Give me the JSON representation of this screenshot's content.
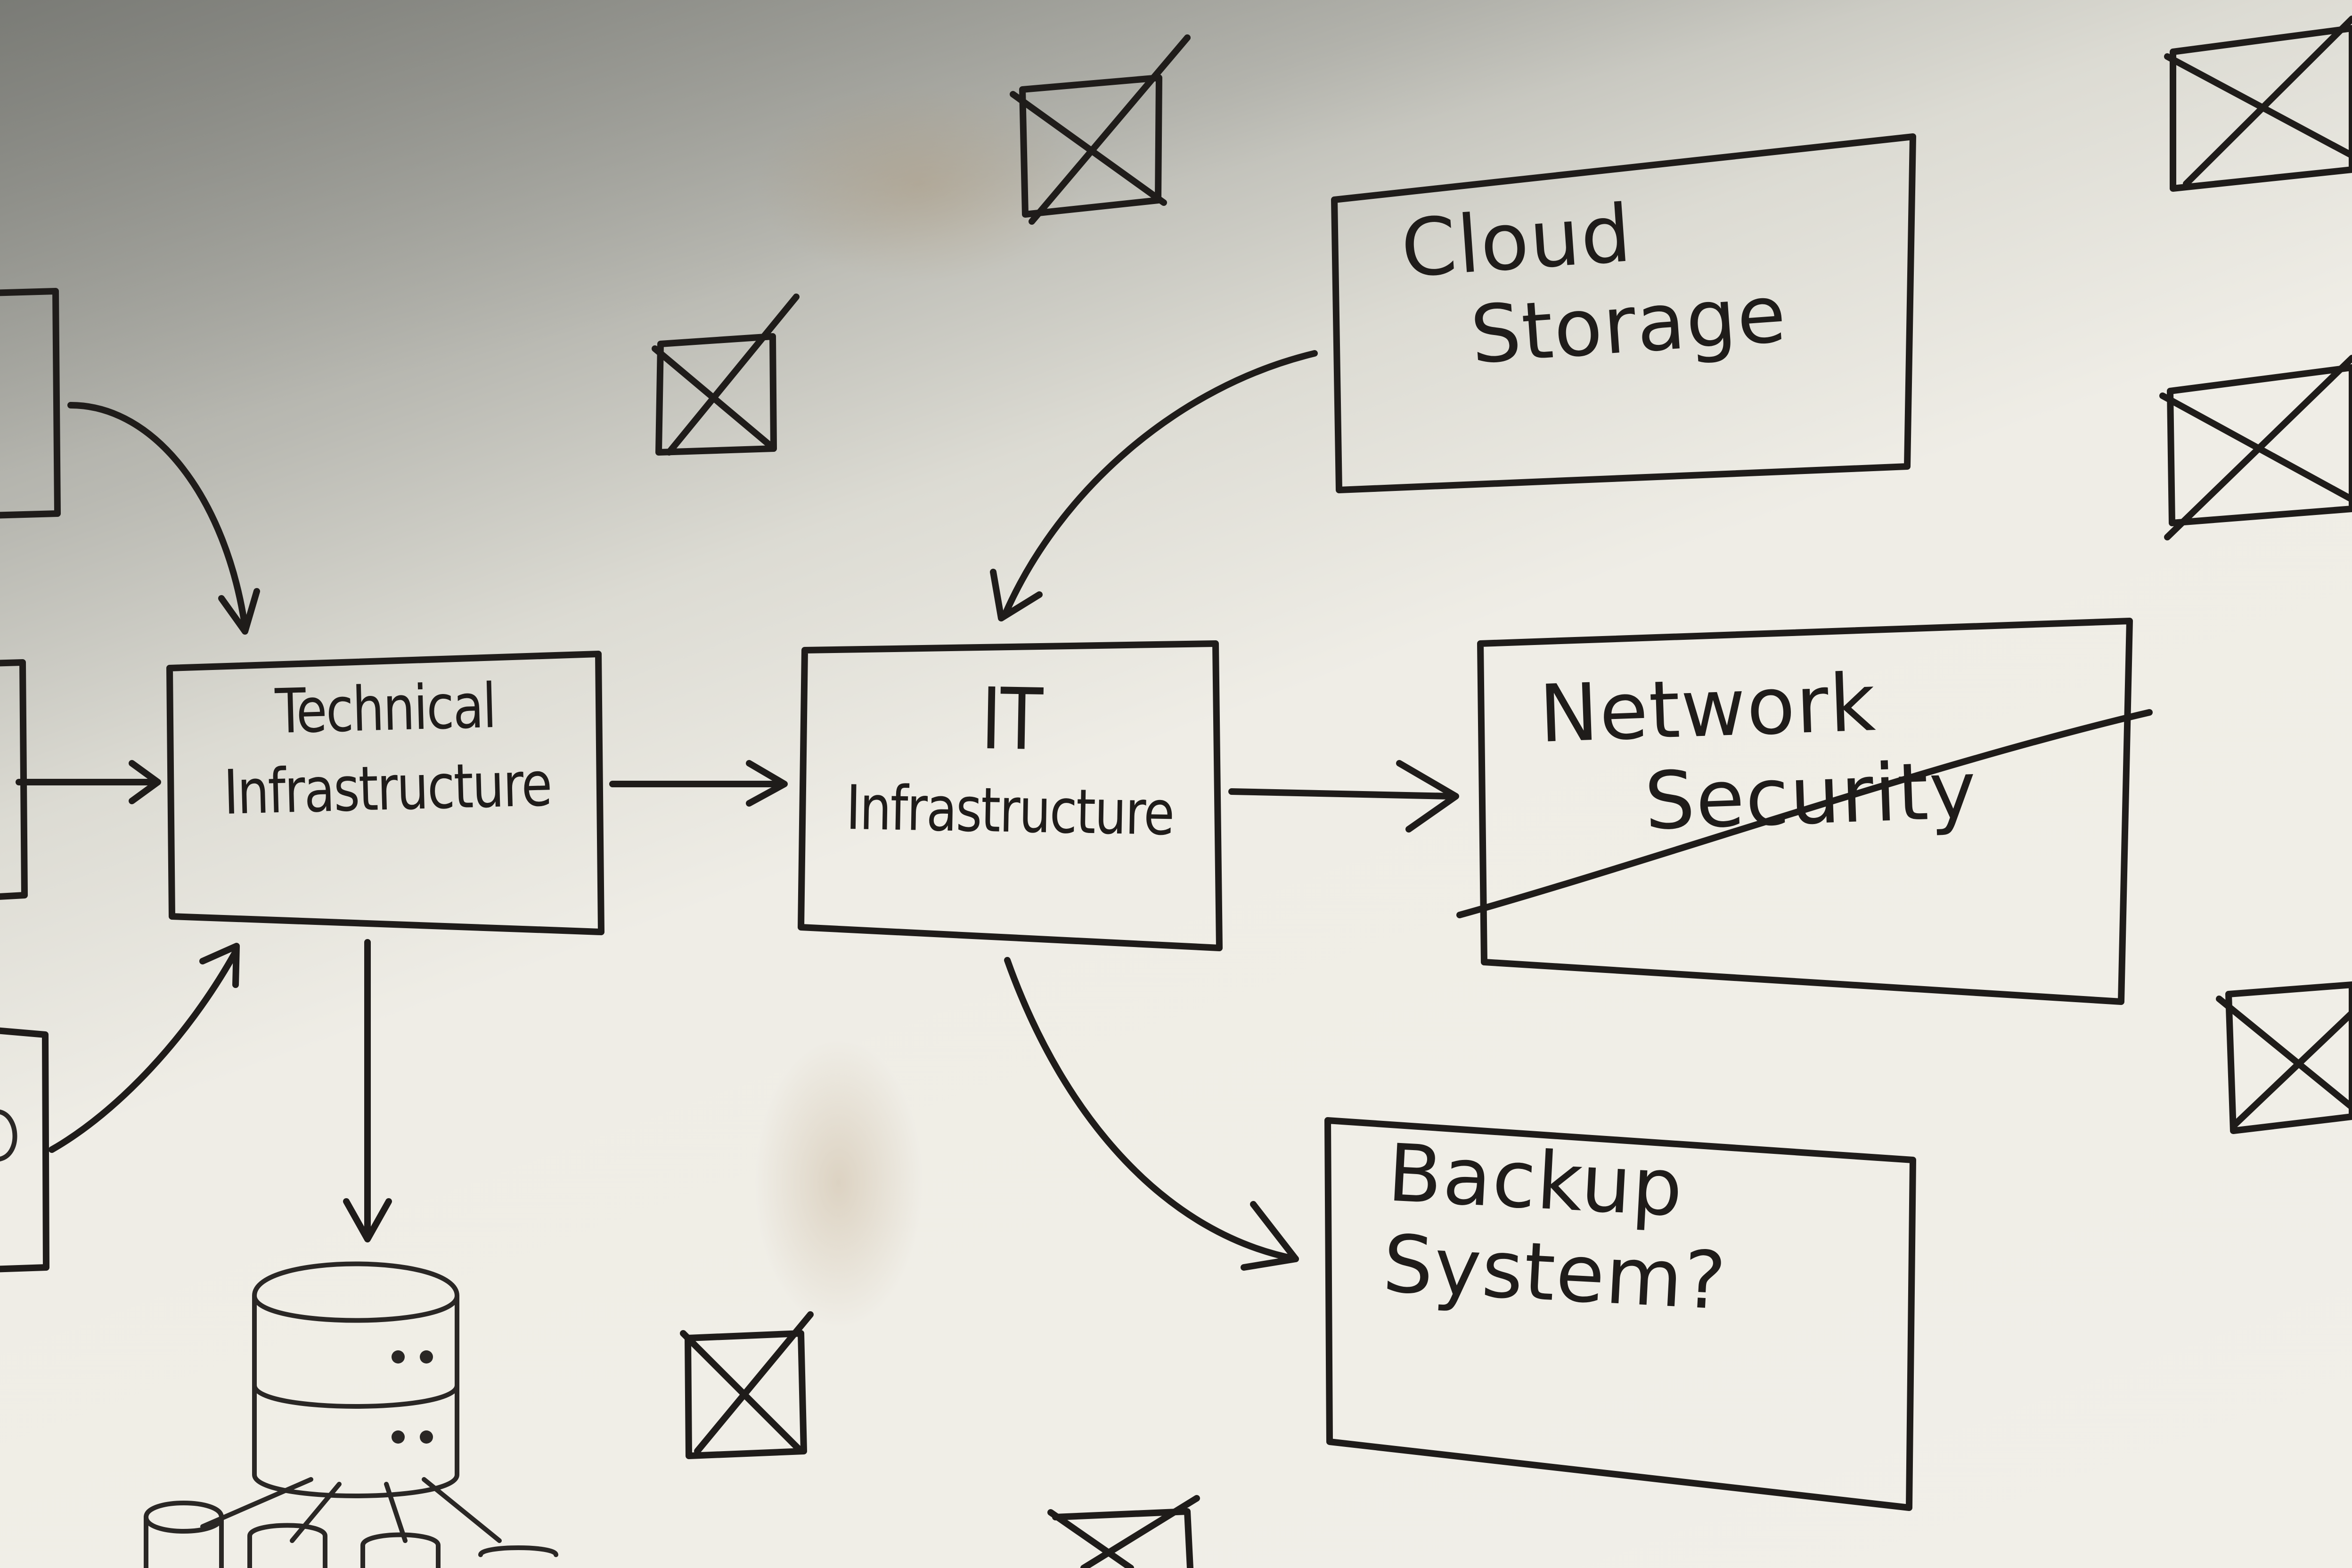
{
  "nodes": {
    "technical": {
      "line1": "Technical",
      "line2": "Infrastructure"
    },
    "it": {
      "line1": "IT",
      "line2": "Infrastructure"
    },
    "cloud": {
      "line1": "Cloud",
      "line2": "Storage"
    },
    "network": {
      "line1": "Network",
      "line2": "Security",
      "crossed_out": true
    },
    "backup": {
      "line1": "Backup",
      "line2": "System?"
    }
  },
  "colors": {
    "ink": "#1f1c1a",
    "board": "#f1efe8",
    "shadow": "#8b8c86"
  },
  "icons": [
    "crossed-box-icon",
    "server-stack-icon",
    "database-icon",
    "arrow-icon"
  ]
}
